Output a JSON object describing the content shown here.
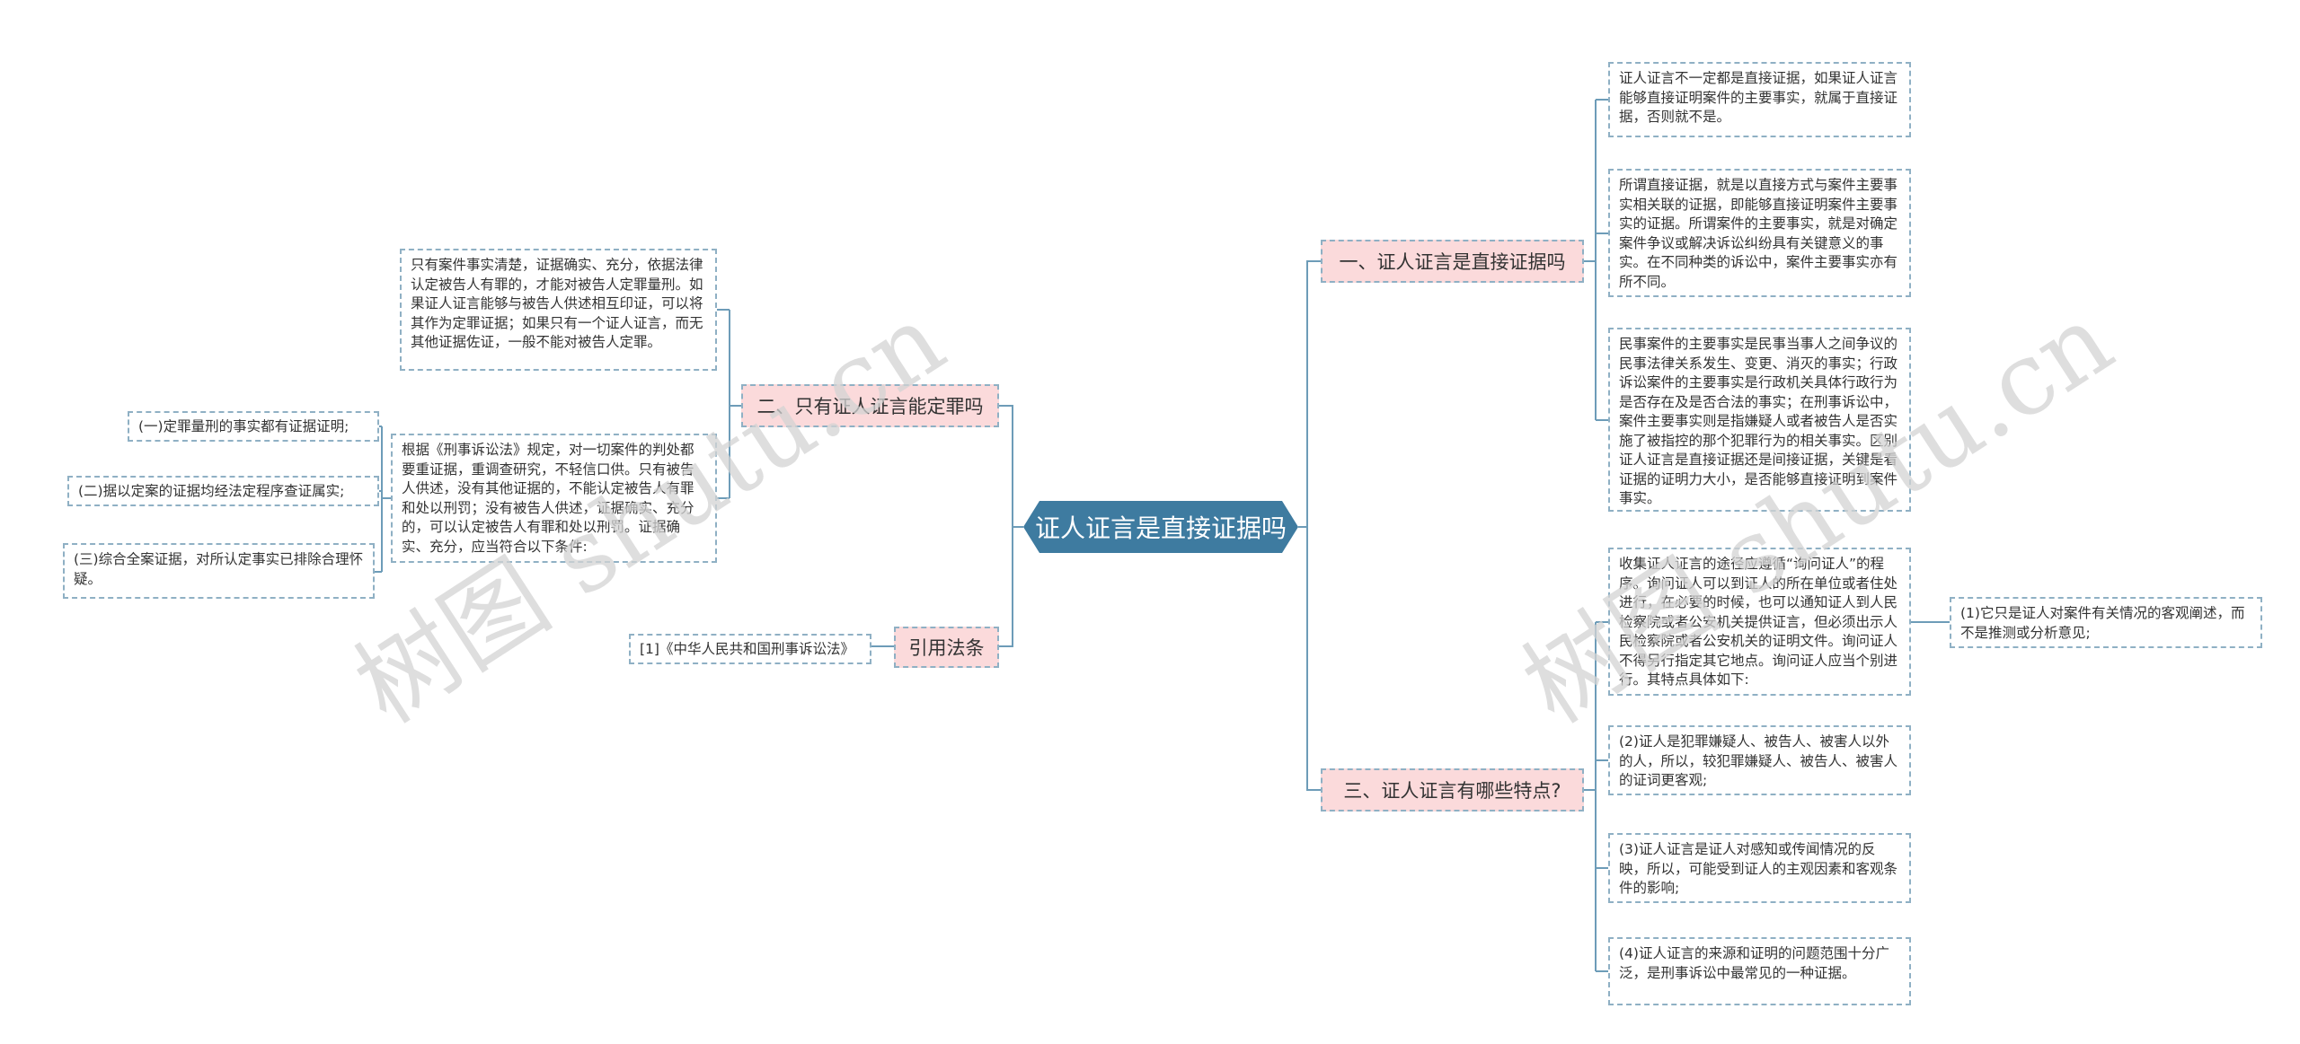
{
  "root": {
    "label": "证人证言是直接证据吗"
  },
  "branches": {
    "b1": "一、证人证言是直接证据吗",
    "b2": "二、只有证人证言能定罪吗",
    "b3": "三、证人证言有哪些特点?",
    "b4": "引用法条"
  },
  "leaves": {
    "r1": "证人证言不一定都是直接证据，如果证人证言能够直接证明案件的主要事实，就属于直接证据，否则就不是。",
    "r2": "所谓直接证据，就是以直接方式与案件主要事实相关联的证据，即能够直接证明案件主要事实的证据。所谓案件的主要事实，就是对确定案件争议或解决诉讼纠纷具有关键意义的事实。在不同种类的诉讼中，案件主要事实亦有所不同。",
    "r3": "民事案件的主要事实是民事当事人之间争议的民事法律关系发生、变更、消灭的事实；行政诉讼案件的主要事实是行政机关具体行政行为是否存在及是否合法的事实；在刑事诉讼中，案件主要事实则是指嫌疑人或者被告人是否实施了被指控的那个犯罪行为的相关事实。区别证人证言是直接证据还是间接证据，关键是看证据的证明力大小，是否能够直接证明到案件事实。",
    "r4": "收集证人证言的途径应遵循“询问证人”的程序。询问证人可以到证人的所在单位或者住处进行，在必要的时候，也可以通知证人到人民检察院或者公安机关提供证言，但必须出示人民检察院或者公安机关的证明文件。询问证人不得另行指定其它地点。询问证人应当个别进行。其特点具体如下:",
    "r4a": "(1)它只是证人对案件有关情况的客观阐述，而不是推测或分析意见;",
    "r5": "(2)证人是犯罪嫌疑人、被告人、被害人以外的人，所以，较犯罪嫌疑人、被告人、被害人的证词更客观;",
    "r6": "(3)证人证言是证人对感知或传闻情况的反映，所以，可能受到证人的主观因素和客观条件的影响;",
    "r7": "(4)证人证言的来源和证明的问题范围十分广泛，是刑事诉讼中最常见的一种证据。",
    "l1": "只有案件事实清楚，证据确实、充分，依据法律认定被告人有罪的，才能对被告人定罪量刑。如果证人证言能够与被告人供述相互印证，可以将其作为定罪证据；如果只有一个证人证言，而无其他证据佐证，一般不能对被告人定罪。",
    "l2": "根据《刑事诉讼法》规定，对一切案件的判处都要重证据，重调查研究，不轻信口供。只有被告人供述，没有其他证据的，不能认定被告人有罪和处以刑罚；没有被告人供述，证据确实、充分的，可以认定被告人有罪和处以刑罚。证据确实、充分，应当符合以下条件:",
    "l2a": "(一)定罪量刑的事实都有证据证明;",
    "l2b": "(二)据以定案的证据均经法定程序查证属实;",
    "l2c": "(三)综合全案证据，对所认定事实已排除合理怀疑。",
    "l3": "[1]《中华人民共和国刑事诉讼法》"
  },
  "watermarks": [
    "树图 shutu.cn",
    "树图 shutu.cn"
  ],
  "colors": {
    "root_bg": "#3e7ba0",
    "branch_bg": "#fbdadb",
    "line": "#6d9cb8",
    "border": "#8fb0c4"
  }
}
